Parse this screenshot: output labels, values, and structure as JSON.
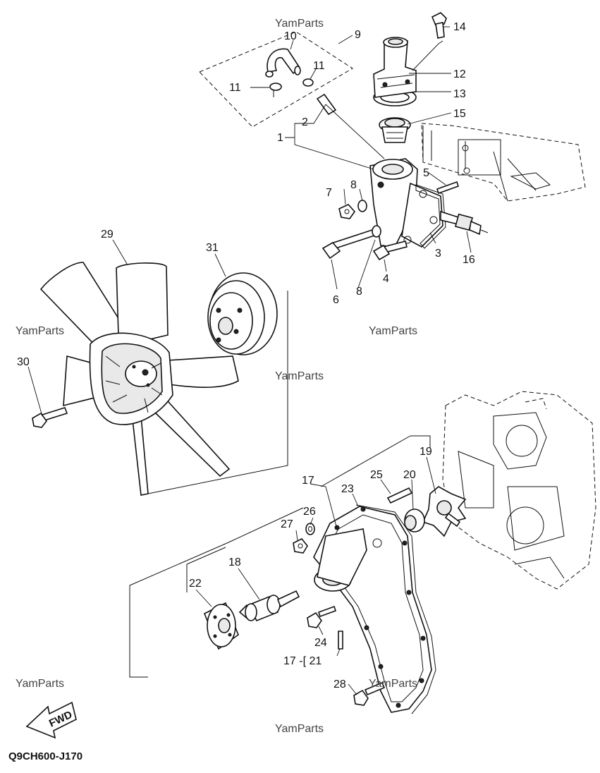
{
  "watermark": "YamParts",
  "diagram_code": "Q9CH600-J170",
  "fwd_label": "FWD",
  "bracket_label": "17 -[ 21",
  "callouts": {
    "p1": "1",
    "p2": "2",
    "p3": "3",
    "p4": "4",
    "p5": "5",
    "p6": "6",
    "p7": "7",
    "p8a": "8",
    "p8b": "8",
    "p9": "9",
    "p10": "10",
    "p11a": "11",
    "p11b": "11",
    "p12": "12",
    "p13": "13",
    "p14": "14",
    "p15": "15",
    "p16": "16",
    "p17": "17",
    "p18": "18",
    "p19": "19",
    "p20": "20",
    "p22": "22",
    "p23": "23",
    "p24": "24",
    "p25": "25",
    "p26": "26",
    "p27": "27",
    "p28": "28",
    "p29": "29",
    "p30": "30",
    "p31": "31"
  }
}
